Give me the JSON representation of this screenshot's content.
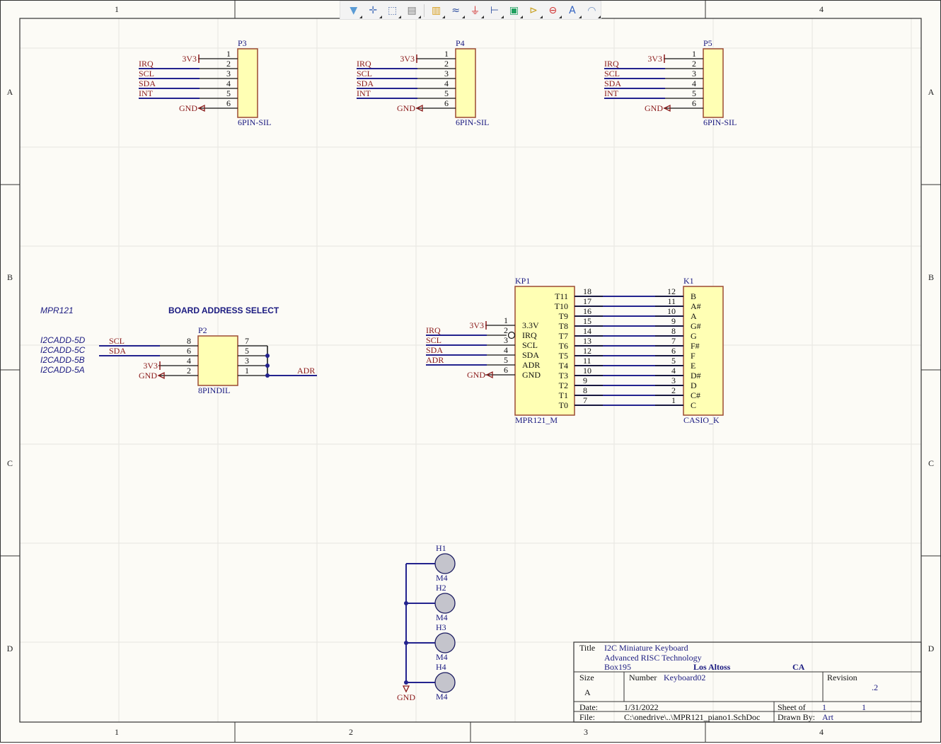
{
  "toolbar": {
    "icons": [
      {
        "name": "filter-icon",
        "glyph": "▼",
        "color": "#5a9bd5"
      },
      {
        "name": "move-cross-icon",
        "glyph": "✛",
        "color": "#5a7fc0"
      },
      {
        "name": "select-area-icon",
        "glyph": "⬚",
        "color": "#4a6aa8"
      },
      {
        "name": "align-icon",
        "glyph": "▤",
        "color": "#777777"
      },
      {
        "name": "component-icon",
        "glyph": "▥",
        "color": "#d8a020"
      },
      {
        "name": "wire-icon",
        "glyph": "≈",
        "color": "#3050a0"
      },
      {
        "name": "ground-power-icon",
        "glyph": "⏚",
        "color": "#d03030"
      },
      {
        "name": "bus-entry-icon",
        "glyph": "⊢",
        "color": "#3050a0"
      },
      {
        "name": "sheet-symbol-icon",
        "glyph": "▣",
        "color": "#20a060"
      },
      {
        "name": "port-icon",
        "glyph": "⊳",
        "color": "#c8a020"
      },
      {
        "name": "directive-icon",
        "glyph": "⊖",
        "color": "#d03030"
      },
      {
        "name": "text-icon",
        "glyph": "A",
        "color": "#3060c0"
      },
      {
        "name": "arc-icon",
        "glyph": "◠",
        "color": "#7090c0"
      }
    ]
  },
  "zones": {
    "top_columns": [
      "1",
      "4"
    ],
    "bottom_columns": [
      "1",
      "2",
      "3",
      "4"
    ],
    "rows": [
      "A",
      "B",
      "C",
      "D"
    ]
  },
  "connectors": [
    {
      "designator": "P3",
      "part": "6PIN-SIL",
      "pins": [
        "1",
        "2",
        "3",
        "4",
        "5",
        "6"
      ],
      "power": "3V3",
      "ground": "GND",
      "nets": [
        "IRQ",
        "SCL",
        "SDA",
        "INT"
      ]
    },
    {
      "designator": "P4",
      "part": "6PIN-SIL",
      "pins": [
        "1",
        "2",
        "3",
        "4",
        "5",
        "6"
      ],
      "power": "3V3",
      "ground": "GND",
      "nets": [
        "IRQ",
        "SCL",
        "SDA",
        "INT"
      ]
    },
    {
      "designator": "P5",
      "part": "6PIN-SIL",
      "pins": [
        "1",
        "2",
        "3",
        "4",
        "5",
        "6"
      ],
      "power": "3V3",
      "ground": "GND",
      "nets": [
        "IRQ",
        "SCL",
        "SDA",
        "INT"
      ]
    }
  ],
  "address_select": {
    "note": "MPR121",
    "heading": "BOARD ADDRESS SELECT",
    "addresses": [
      "I2CADD-5D",
      "I2CADD-5C",
      "I2CADD-5B",
      "I2CADD-5A"
    ],
    "designator": "P2",
    "part": "8PINDIL",
    "left_pins": [
      "8",
      "6",
      "4",
      "2"
    ],
    "right_pins": [
      "7",
      "5",
      "3",
      "1"
    ],
    "nets": [
      "SCL",
      "SDA"
    ],
    "power": "3V3",
    "ground": "GND",
    "output_net": "ADR"
  },
  "mpr121": {
    "designator": "KP1",
    "part": "MPR121_M",
    "left_pins": [
      "1",
      "2",
      "3",
      "4",
      "5",
      "6"
    ],
    "left_labels": [
      "3.3V",
      "IRQ",
      "SCL",
      "SDA",
      "ADR",
      "GND"
    ],
    "power": "3V3",
    "ground": "GND",
    "nets": [
      "IRQ",
      "SCL",
      "SDA",
      "ADR"
    ],
    "right_pins": [
      "18",
      "17",
      "16",
      "15",
      "14",
      "13",
      "12",
      "11",
      "10",
      "9",
      "8",
      "7"
    ],
    "right_labels": [
      "T11",
      "T10",
      "T9",
      "T8",
      "T7",
      "T6",
      "T5",
      "T4",
      "T3",
      "T2",
      "T1",
      "T0"
    ]
  },
  "keyboard": {
    "designator": "K1",
    "part": "CASIO_K",
    "pins": [
      "12",
      "11",
      "10",
      "9",
      "8",
      "7",
      "6",
      "5",
      "4",
      "3",
      "2",
      "1"
    ],
    "labels": [
      "B",
      "A#",
      "A",
      "G#",
      "G",
      "F#",
      "F",
      "E",
      "D#",
      "D",
      "C#",
      "C"
    ]
  },
  "holes": [
    {
      "designator": "H1",
      "part": "M4"
    },
    {
      "designator": "H2",
      "part": "M4"
    },
    {
      "designator": "H3",
      "part": "M4"
    },
    {
      "designator": "H4",
      "part": "M4"
    }
  ],
  "holes_ground": "GND",
  "title_block": {
    "title_label": "Title",
    "title": "I2C  Miniature  Keyboard",
    "org": "Advanced RISC Technology",
    "address": "Box195",
    "city": "Los Altoss",
    "state": "CA",
    "size_label": "Size",
    "size": "A",
    "number_label": "Number",
    "number": "Keyboard02",
    "revision_label": "Revision",
    "revision": ".2",
    "date_label": "Date:",
    "date": "1/31/2022",
    "sheet_label": "Sheet   of",
    "sheet": "1",
    "sheet_total": "1",
    "file_label": "File:",
    "file": "C:\\onedrive\\..\\MPR121_piano1.SchDoc",
    "drawn_label": "Drawn By:",
    "drawn_by": "Art"
  },
  "colors": {
    "wire": "#23238e",
    "pin": "#111111",
    "net_label": "#8b1a1a",
    "designator": "#1a1a80",
    "body_fill": "#ffffb4",
    "body_stroke": "#9b4a32",
    "frame": "#333333",
    "grid": "#e6e6e0"
  }
}
